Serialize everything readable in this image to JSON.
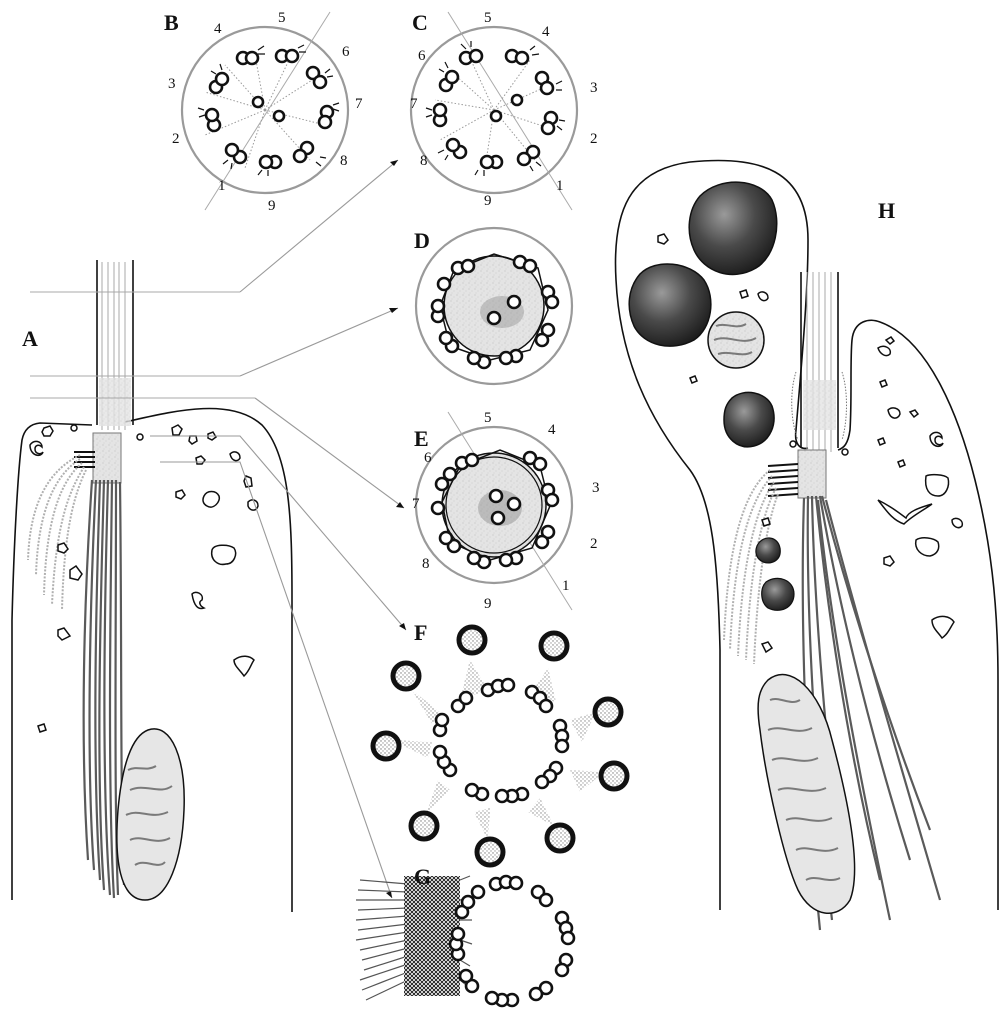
{
  "panels": {
    "A": "A",
    "B": "B",
    "C": "C",
    "D": "D",
    "E": "E",
    "F": "F",
    "G": "G",
    "H": "H"
  },
  "doublet_numbers": [
    "1",
    "2",
    "3",
    "4",
    "5",
    "6",
    "7",
    "8",
    "9"
  ]
}
